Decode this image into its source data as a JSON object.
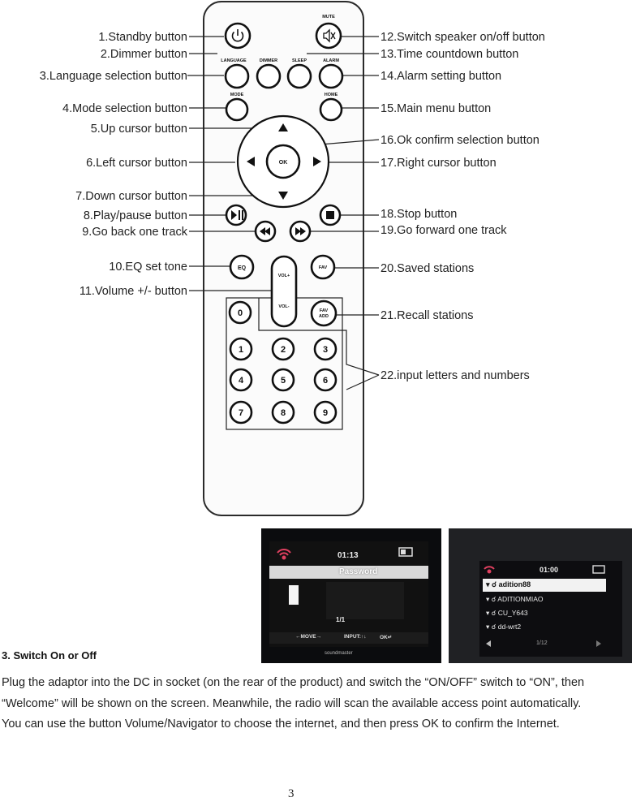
{
  "remote": {
    "callouts_left": [
      "1.Standby button",
      "2.Dimmer button",
      "3.Language selection button",
      "4.Mode selection button",
      "5.Up cursor button",
      "6.Left cursor button",
      "7.Down cursor button",
      "8.Play/pause button",
      "9.Go back one track",
      "10.EQ set tone",
      "11.Volume +/- button"
    ],
    "callouts_right": [
      "12.Switch speaker on/off button",
      "13.Time countdown button",
      "14.Alarm setting button",
      "15.Main menu button",
      "16.Ok confirm selection button",
      "17.Right cursor button",
      "18.Stop button",
      "19.Go forward one track",
      "20.Saved stations",
      "21.Recall stations",
      "22.input letters and numbers"
    ],
    "button_labels": {
      "mute": "MUTE",
      "language": "LANGUAGE",
      "dimmer": "DIMMER",
      "sleep": "SLEEP",
      "alarm": "ALARM",
      "mode": "MODE",
      "home": "HOME",
      "ok": "OK",
      "eq": "EQ",
      "fav": "FAV",
      "vol_plus": "VOL+",
      "vol_minus": "VOL-",
      "fav_add_1": "FAV",
      "fav_add_2": "ADD"
    },
    "digits": [
      "0",
      "1",
      "2",
      "3",
      "4",
      "5",
      "6",
      "7",
      "8",
      "9"
    ]
  },
  "photo_left": {
    "time": "01:13",
    "title": "Password",
    "page": "1/1",
    "hint_move": "←MOVE→",
    "hint_input": "INPUT:↑↓",
    "hint_ok": "OK↵",
    "brand": "soundmaster"
  },
  "photo_right": {
    "time": "01:00",
    "networks": [
      "adition88",
      "ADITIONMIAO",
      "CU_Y643",
      "dd-wrt2"
    ],
    "page": "1/12"
  },
  "document": {
    "heading": "3. Switch On or Off",
    "paragraph": "Plug the adaptor into the DC in socket (on the rear of the product) and switch the “ON/OFF” switch to “ON”, then “Welcome” will be shown on the screen. Meanwhile, the radio will scan the available access point automatically. You can use the button Volume/Navigator to choose the internet, and then press OK to confirm the Internet.",
    "page_number": "3"
  }
}
